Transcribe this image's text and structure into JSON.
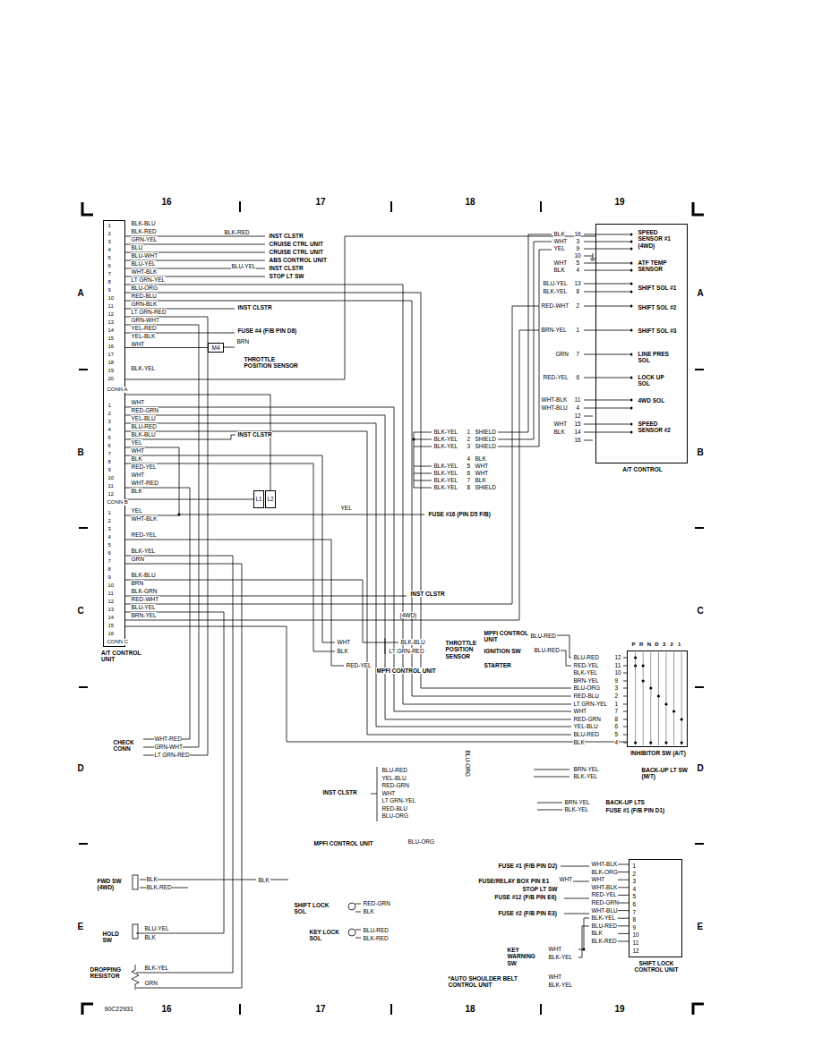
{
  "diagram": {
    "nodes": [
      {
        "text": [
          "A/T CONTROL UNIT"
        ]
      },
      {
        "text": [
          "M4"
        ]
      },
      {
        "text": [
          "L1"
        ]
      },
      {
        "text": [
          "L2"
        ]
      },
      {
        "text": [
          "A/T CONTROL"
        ]
      },
      {
        "text": [
          "INHIBITOR SW (A/T)"
        ]
      },
      {
        "text": [
          "SHIFT LOCK CONTROL UNIT"
        ]
      }
    ],
    "edges": [
      {
        "from": 0,
        "to": 1,
        "arrow": "none"
      },
      {
        "from": 0,
        "to": 2,
        "arrow": "none"
      },
      {
        "from": 0,
        "to": 3,
        "arrow": "none"
      },
      {
        "from": 0,
        "to": 4,
        "arrow": "none"
      },
      {
        "from": 0,
        "to": 5,
        "arrow": "none"
      }
    ],
    "labels": [
      "16",
      "17",
      "18",
      "19",
      "16",
      "17",
      "18",
      "19",
      "90C22931",
      "A",
      "B",
      "C",
      "D",
      "E",
      "A",
      "B",
      "C",
      "D",
      "E",
      "1",
      "2",
      "3",
      "4",
      "5",
      "6",
      "7",
      "8",
      "9",
      "10",
      "11",
      "12",
      "13",
      "14",
      "15",
      "16",
      "17",
      "18",
      "19",
      "20",
      "BLK-BLU",
      "BLK-RED",
      "GRN-YEL",
      "BLU",
      "BLU-WHT",
      "BLU-YEL",
      "WHT-BLK",
      "LT GRN-YEL",
      "BLU-ORG",
      "RED-BLU",
      "GRN-BLK",
      "LT GRN-RED",
      "GRN-WHT",
      "YEL-RED",
      "YEL-BLK",
      "WHT",
      "BLK-YEL",
      "CONN A",
      "1",
      "2",
      "3",
      "4",
      "5",
      "6",
      "7",
      "8",
      "9",
      "10",
      "11",
      "12",
      "WHT",
      "RED-GRN",
      "YEL-BLU",
      "BLU-RED",
      "BLK-BLU",
      "YEL",
      "WHT",
      "BLK",
      "RED-YEL",
      "WHT",
      "WHT-RED",
      "BLK",
      "CONN B",
      "1",
      "2",
      "3",
      "4",
      "5",
      "6",
      "7",
      "8",
      "9",
      "10",
      "11",
      "12",
      "13",
      "14",
      "15",
      "16",
      "YEL",
      "WHT-BLK",
      "RED-YEL",
      "BLK-YEL",
      "GRN",
      "BLK-BLU",
      "BRN",
      "BLK-GRN",
      "RED-WHT",
      "BLU-YEL",
      "BRN-YEL",
      "CONN C",
      "BLK-RED",
      "INST CLSTR",
      "CRUISE CTRL UNIT",
      "CRUISE CTRL UNIT",
      "ABS CONTROL UNIT",
      "BLU-YEL",
      "INST CLSTR",
      "STOP LT SW",
      "INST CLSTR",
      "FUSE #4 (F/B PIN D8)",
      "BRN",
      "THROTTLE POSITION SENSOR",
      "INST CLSTR",
      "YEL",
      "FUSE #16 (PIN D5 F/B)",
      "INST CLSTR",
      "(4WD)",
      "WHT",
      "BLK",
      "BLK-BLU",
      "LT GRN-RED",
      "THROTTLE POSITION SENSOR",
      "RED-YEL",
      "MPFI CONTROL UNIT",
      "BLK",
      "16",
      "WHT",
      "3",
      "YEL",
      "9",
      "10",
      "WHT",
      "5",
      "BLK",
      "4",
      "BLU-YEL",
      "13",
      "BLK-YEL",
      "8",
      "RED-WHT",
      "2",
      "BRN-YEL",
      "1",
      "GRN",
      "7",
      "RED-YEL",
      "6",
      "WHT-BLK",
      "11",
      "WHT-BLU",
      "4",
      "12",
      "WHT",
      "15",
      "BLK",
      "14",
      "16",
      "SPEED SENSOR #1 (4WD)",
      "ATF TEMP SENSOR",
      "SHIFT SOL #1",
      "SHIFT SOL #2",
      "SHIFT SOL #3",
      "LINE PRES SOL",
      "LOCK UP SOL",
      "4WD SOL",
      "SPEED SENSOR #2",
      "BLK-YEL",
      "1",
      "SHIELD",
      "BLK-YEL",
      "2",
      "SHIELD",
      "BLK-YEL",
      "3",
      "SHIELD",
      "4",
      "BLK",
      "BLK-YEL",
      "5",
      "WHT",
      "BLK-YEL",
      "6",
      "WHT",
      "BLK-YEL",
      "7",
      "BLK",
      "BLK-YEL",
      "8",
      "SHIELD",
      "MPFI CONTROL UNIT",
      "BLU-RED",
      "IGNITION SW",
      "BLU-RED",
      "STARTER",
      "BLU-RED",
      "12",
      "RED-YEL",
      "11",
      "BLK-YEL",
      "10",
      "BRN-YEL",
      "9",
      "BLU-ORG",
      "3",
      "RED-BLU",
      "2",
      "LT GRN-YEL",
      "1",
      "WHT",
      "7",
      "RED-GRN",
      "8",
      "YEL-BLU",
      "6",
      "BLU-RED",
      "5",
      "BLK",
      "4",
      "P",
      "R",
      "N",
      "D",
      "3",
      "2",
      "1",
      "BRN-YEL",
      "BLK-YEL",
      "BACK-UP LT SW (M/T)",
      "BRN-YEL",
      "BLK-YEL",
      "BACK-UP LTS",
      "FUSE #1 (F/B PIN D1)",
      "BLU-RED",
      "YEL-BLU",
      "RED-GRN",
      "WHT",
      "LT GRN-YEL",
      "RED-BLU",
      "BLU-ORG",
      "INST CLSTR",
      "BLU-ORG",
      "MPFI CONTROL UNIT",
      "BLU-ORG",
      "CHECK CONN",
      "WHT-RED",
      "GRN-WHT",
      "LT GRN-RED",
      "FWD SW (4WD)",
      "BLK",
      "BLK-RED",
      "BLK",
      "HOLD SW",
      "BLU-YEL",
      "BLK",
      "DROPPING RESISTOR",
      "BLK-YEL",
      "GRN",
      "SHIFT LOCK SOL",
      "RED-GRN",
      "BLK",
      "KEY LOCK SOL",
      "BLU-RED",
      "BLK-RED",
      "FUSE #1 (F/B PIN D2)",
      "FUSE/RELAY BOX PIN E1",
      "WHT",
      "STOP LT SW",
      "FUSE #12 (F/B PIN E6)",
      "FUSE #2 (F/B PIN E3)",
      "WHT-BLK",
      "1",
      "BLK-ORG",
      "2",
      "WHT",
      "3",
      "WHT-BLK",
      "4",
      "RED-YEL",
      "5",
      "RED-GRN",
      "6",
      "WHT-BLU",
      "7",
      "BLK-YEL",
      "8",
      "BLU-RED",
      "9",
      "BLK",
      "10",
      "BLK-RED",
      "11",
      "12",
      "KEY WARNING SW",
      "WHT",
      "BLK-YEL",
      "*AUTO SHOULDER BELT CONTROL UNIT",
      "WHT",
      "BLK-YEL"
    ]
  }
}
